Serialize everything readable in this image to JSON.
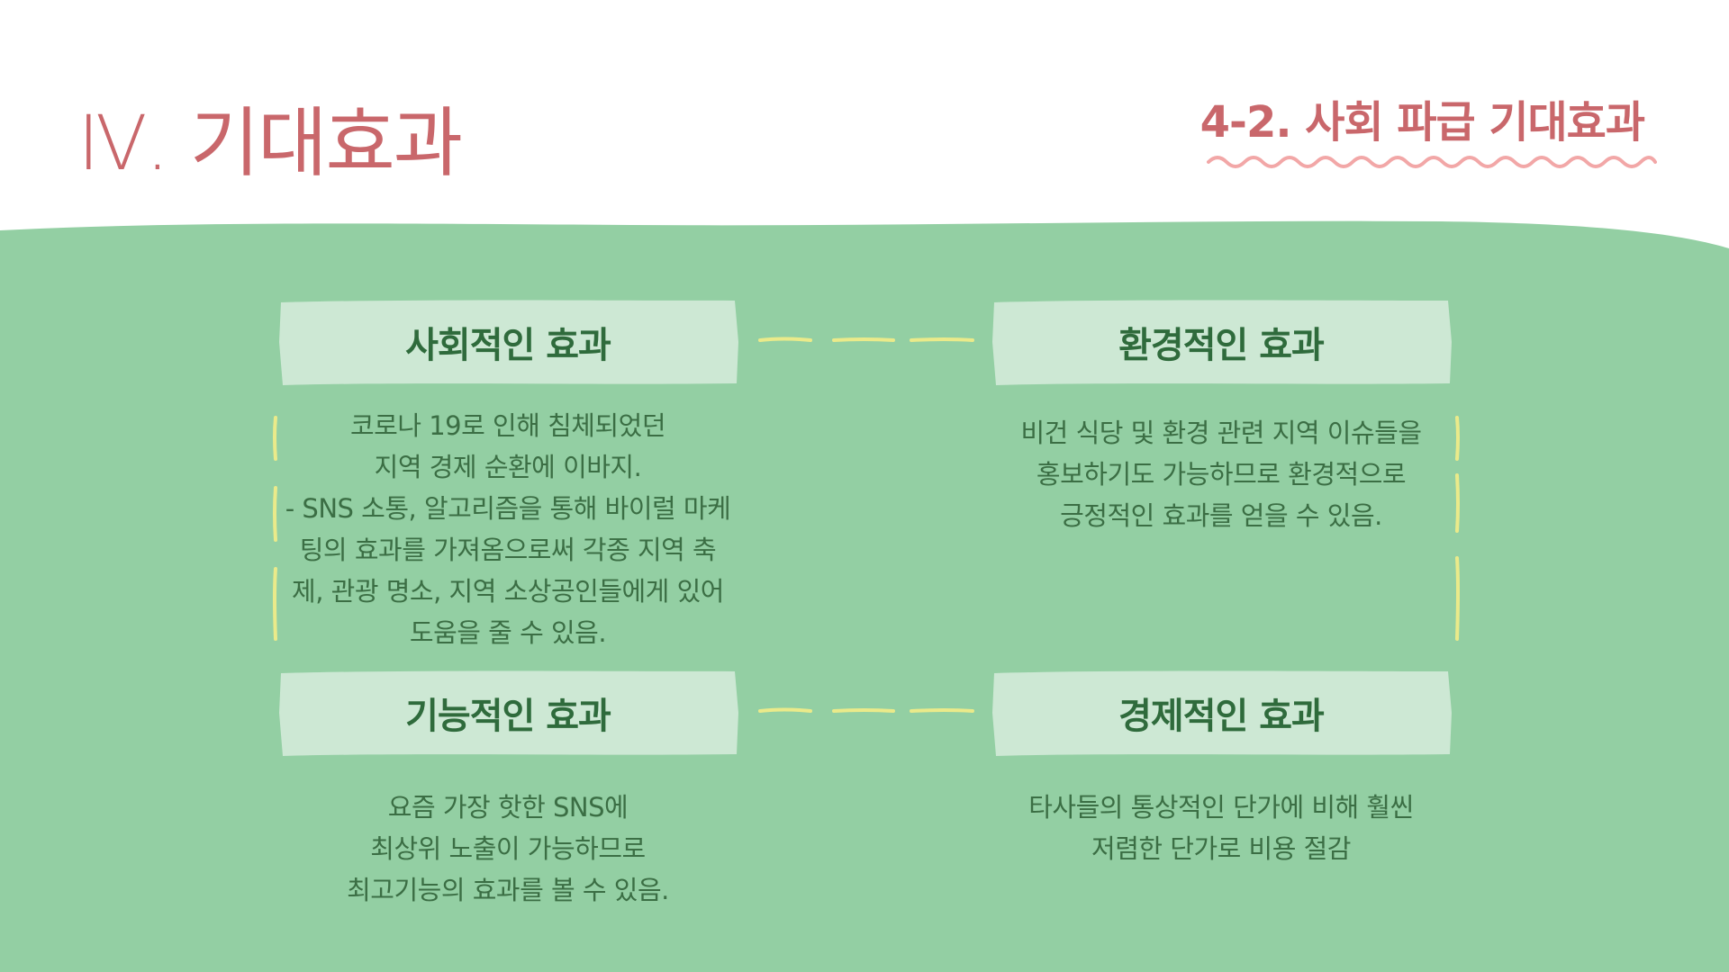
{
  "header": {
    "main_title": "Ⅳ. 기대효과",
    "section_title": "4-2. 사회 파급 기대효과"
  },
  "colors": {
    "title": "#c9676b",
    "wavy_underline": "#f2a7a7",
    "background_green": "#93cfa3",
    "card_fill": "#cde8d4",
    "heading_text": "#2f6b3c",
    "connector": "#eaea8a"
  },
  "cards": [
    {
      "title": "사회적인 효과",
      "lines": [
        "코로나 19로 인해 침체되었던",
        "지역 경제 순환에 이바지.",
        "- SNS 소통, 알고리즘을 통해 바이럴 마케",
        "팅의 효과를 가져옴으로써 각종 지역 축",
        "제, 관광 명소, 지역 소상공인들에게 있어",
        "도움을 줄 수 있음."
      ]
    },
    {
      "title": "환경적인 효과",
      "lines": [
        "비건 식당 및 환경 관련 지역 이슈들을",
        "홍보하기도 가능하므로 환경적으로",
        "긍정적인 효과를 얻을 수 있음."
      ]
    },
    {
      "title": "기능적인 효과",
      "lines": [
        "요즘 가장 핫한 SNS에",
        "최상위 노출이 가능하므로",
        "최고기능의 효과를 볼 수 있음."
      ]
    },
    {
      "title": "경제적인 효과",
      "lines": [
        "타사들의 통상적인 단가에 비해 훨씬",
        "저렴한 단가로 비용 절감"
      ]
    }
  ]
}
